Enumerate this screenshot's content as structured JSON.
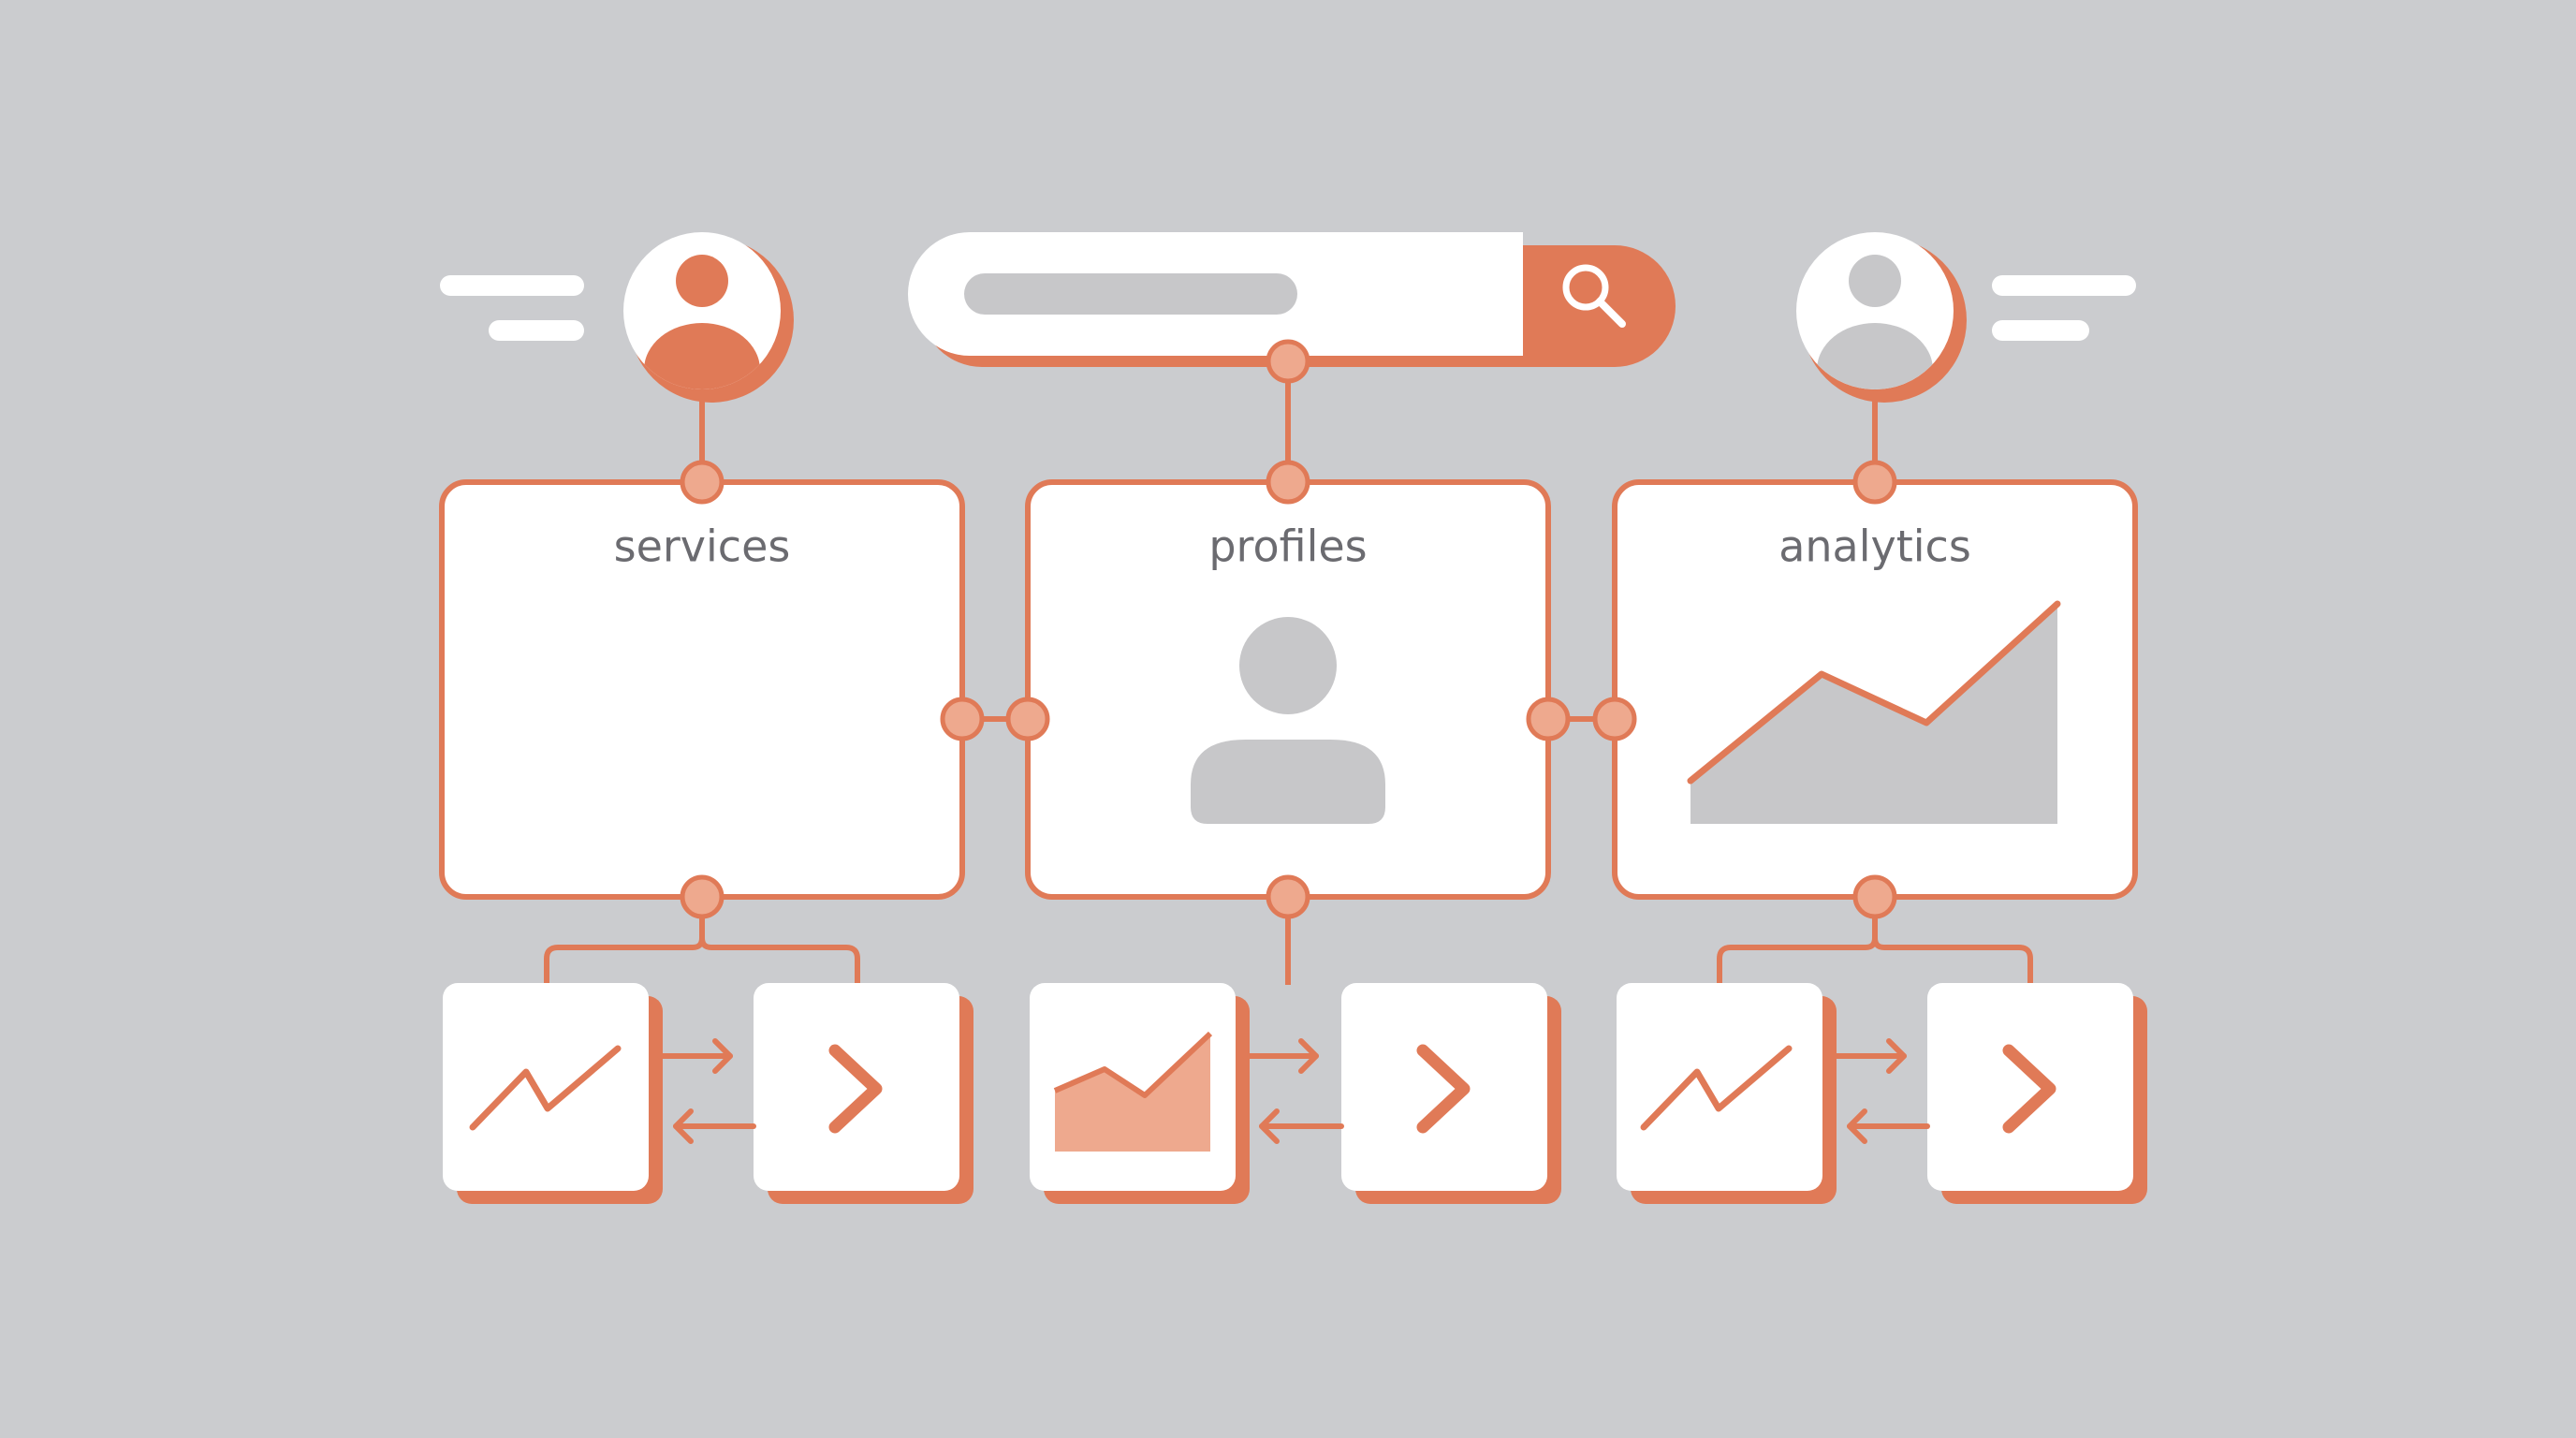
{
  "colors": {
    "background": "#cbcccf",
    "accent": "#e07a57",
    "accent_light": "#eea98e",
    "card": "#ffffff",
    "muted": "#c7c7c9",
    "label_text": "#6b6b70"
  },
  "search": {
    "placeholder": "",
    "icon": "search-icon"
  },
  "avatars": [
    {
      "name": "user-avatar-left",
      "style": "accent"
    },
    {
      "name": "user-avatar-right",
      "style": "muted"
    }
  ],
  "panels": [
    {
      "key": "services",
      "label": "services"
    },
    {
      "key": "profiles",
      "label": "profiles",
      "icon": "person-icon"
    },
    {
      "key": "analytics",
      "label": "analytics",
      "icon": "area-chart-icon"
    }
  ],
  "tiles": [
    {
      "panel": "services",
      "left_icon": "trend-line-icon",
      "right_icon": "chevron-right-icon"
    },
    {
      "panel": "profiles",
      "left_icon": "area-chart-icon",
      "right_icon": "chevron-right-icon"
    },
    {
      "panel": "analytics",
      "left_icon": "trend-line-icon",
      "right_icon": "chevron-right-icon"
    }
  ]
}
